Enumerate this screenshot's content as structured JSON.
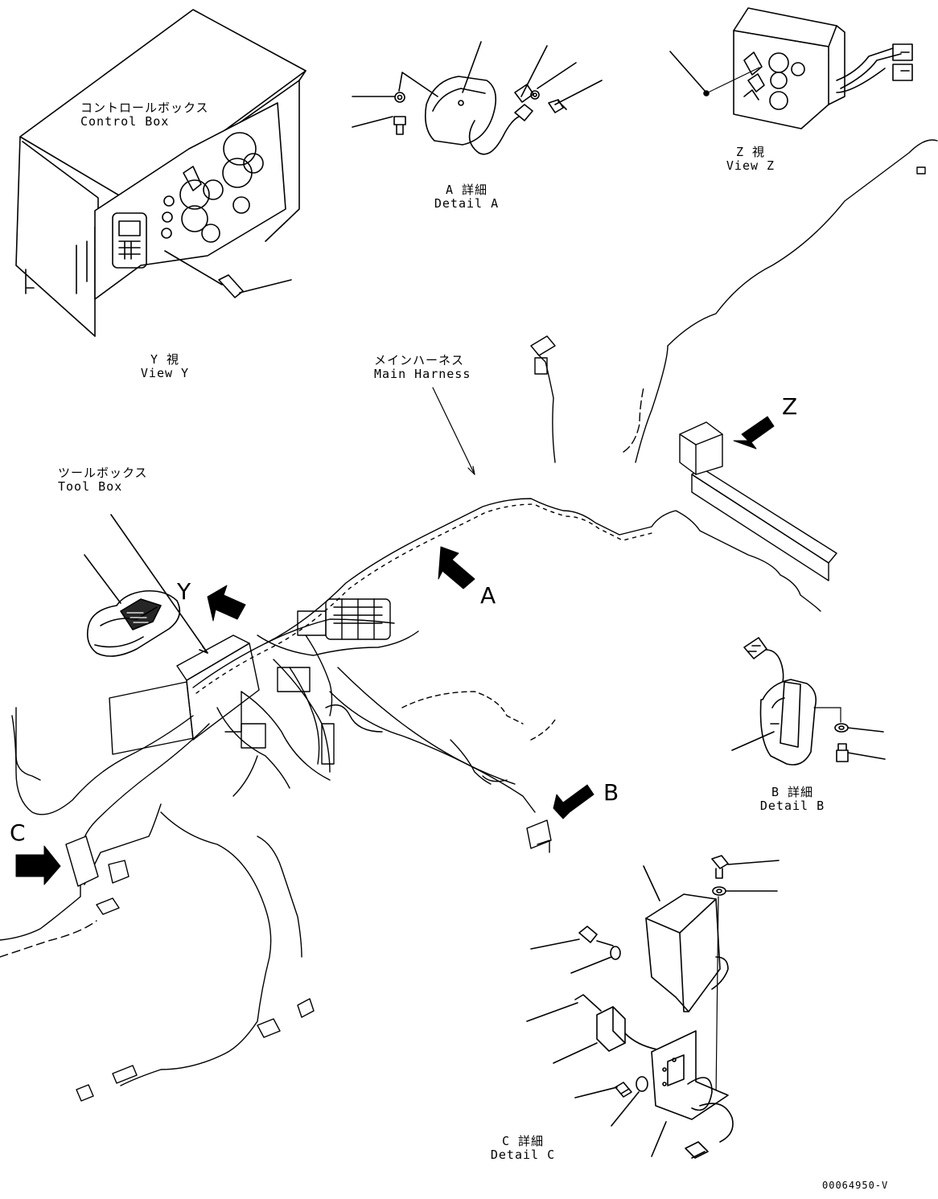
{
  "labels": {
    "control_box": {
      "jp": "コントロールボックス",
      "en": "Control Box"
    },
    "view_y": {
      "jp": "Y 視",
      "en": "View Y"
    },
    "detail_a": {
      "jp": "A 詳細",
      "en": "Detail A"
    },
    "view_z": {
      "jp": "Z 視",
      "en": "View Z"
    },
    "main_harness": {
      "jp": "メインハーネス",
      "en": "Main Harness"
    },
    "tool_box": {
      "jp": "ツールボックス",
      "en": "Tool Box"
    },
    "detail_b": {
      "jp": "B 詳細",
      "en": "Detail B"
    },
    "detail_c": {
      "jp": "C 詳細",
      "en": "Detail C"
    }
  },
  "view_letters": {
    "y": "Y",
    "z": "Z",
    "a": "A",
    "b": "B",
    "c": "C"
  },
  "drawing_code": "00064950-V"
}
